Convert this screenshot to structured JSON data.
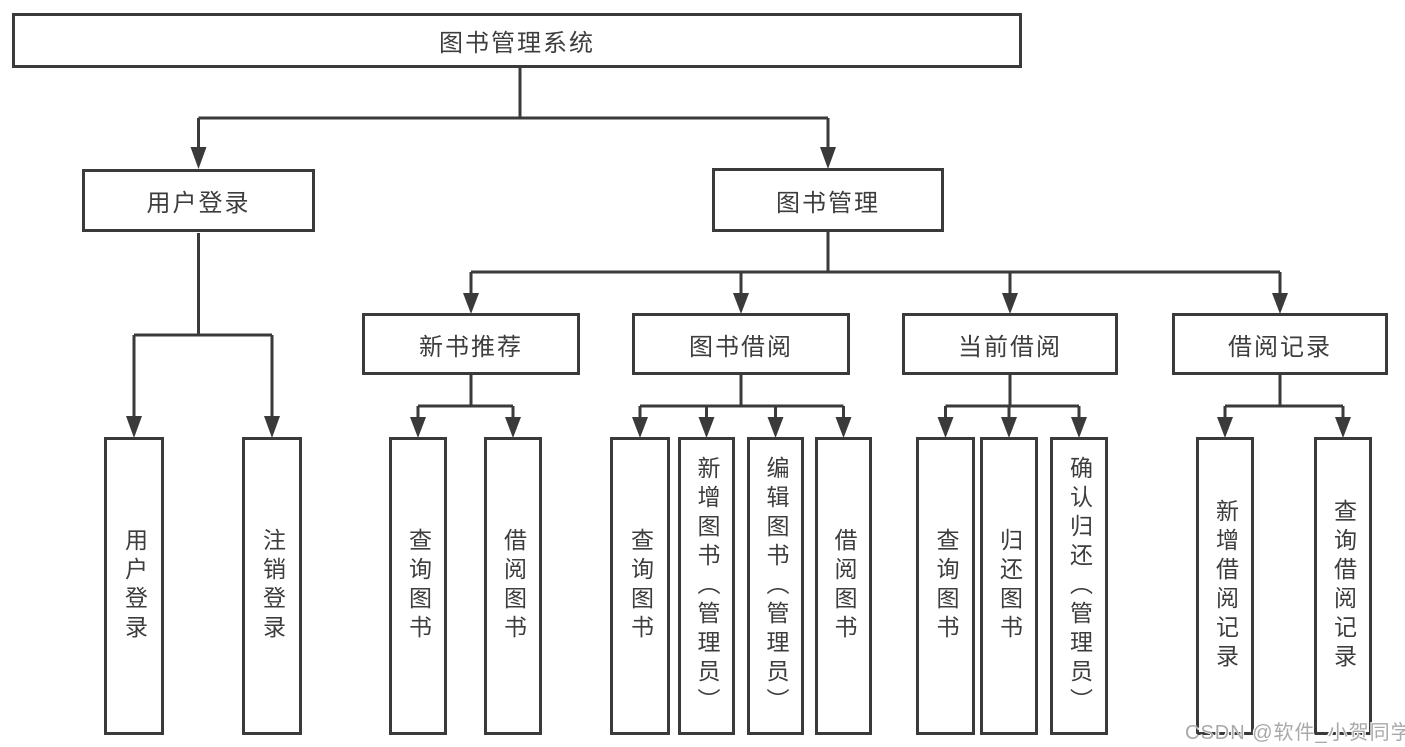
{
  "diagram": {
    "root": {
      "label": "图书管理系统"
    },
    "branches": [
      {
        "label": "用户登录",
        "children": [
          {
            "label": "用户登录"
          },
          {
            "label": "注销登录"
          }
        ]
      },
      {
        "label": "图书管理",
        "children": [
          {
            "label": "新书推荐",
            "children": [
              {
                "label": "查询图书"
              },
              {
                "label": "借阅图书"
              }
            ]
          },
          {
            "label": "图书借阅",
            "children": [
              {
                "label": "查询图书"
              },
              {
                "label": "新增图书（管理员）"
              },
              {
                "label": "编辑图书（管理员）"
              },
              {
                "label": "借阅图书"
              }
            ]
          },
          {
            "label": "当前借阅",
            "children": [
              {
                "label": "查询图书"
              },
              {
                "label": "归还图书"
              },
              {
                "label": "确认归还（管理员）"
              }
            ]
          },
          {
            "label": "借阅记录",
            "children": [
              {
                "label": "新增借阅记录"
              },
              {
                "label": "查询借阅记录"
              }
            ]
          }
        ]
      }
    ]
  },
  "watermark": {
    "text": "CSDN @软件_小贺同学"
  },
  "colors": {
    "line": "#3a3a3a",
    "text": "#3d3d3d",
    "watermark": "#a9a9a9",
    "background": "#ffffff"
  }
}
